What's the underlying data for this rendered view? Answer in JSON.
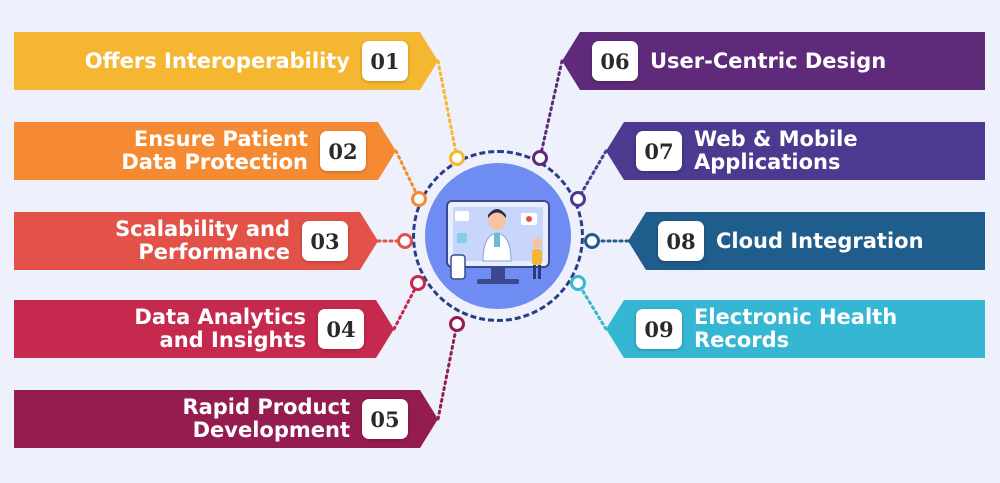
{
  "items": [
    {
      "number": "01",
      "label": "Offers Interoperability",
      "color": "#f5b731",
      "side": "left"
    },
    {
      "number": "02",
      "label": "Ensure Patient\nData Protection",
      "color": "#f58a32",
      "side": "left"
    },
    {
      "number": "03",
      "label": "Scalability and\nPerformance",
      "color": "#e35248",
      "side": "left"
    },
    {
      "number": "04",
      "label": "Data Analytics\nand Insights",
      "color": "#c5294e",
      "side": "left"
    },
    {
      "number": "05",
      "label": "Rapid Product\nDevelopment",
      "color": "#951c4f",
      "side": "left"
    },
    {
      "number": "06",
      "label": "User-Centric Design",
      "color": "#5f2a7a",
      "side": "right"
    },
    {
      "number": "07",
      "label": "Web & Mobile\nApplications",
      "color": "#4b3a8f",
      "side": "right"
    },
    {
      "number": "08",
      "label": "Cloud Integration",
      "color": "#1f5d8c",
      "side": "right"
    },
    {
      "number": "09",
      "label": "Electronic Health\nRecords",
      "color": "#35b6d3",
      "side": "right"
    }
  ],
  "hub": {
    "icon": "telemedicine-doctor-icon"
  }
}
